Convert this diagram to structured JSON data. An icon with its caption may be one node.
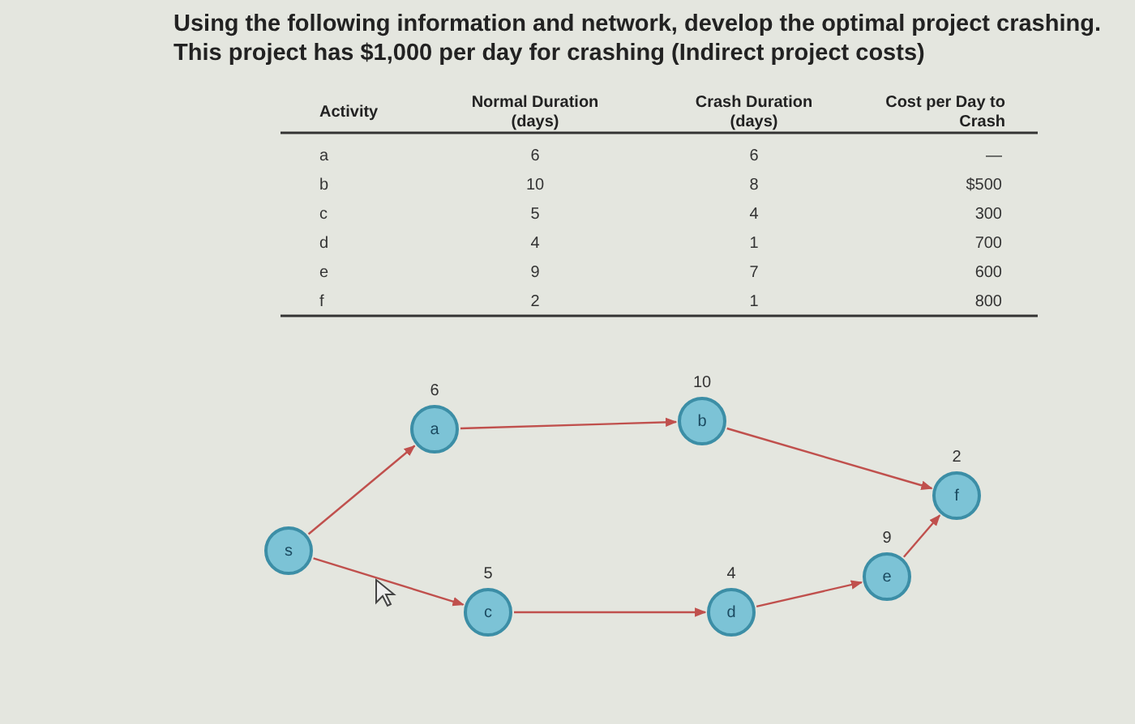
{
  "diagram": {
    "title": "Using the following information and network, develop the optimal project crashing. This project has $1,000 per day for crashing (Indirect project costs)",
    "nodes": [
      {
        "text": [
          "s"
        ]
      },
      {
        "text": [
          "a"
        ],
        "beside": [
          "6"
        ]
      },
      {
        "text": [
          "b"
        ],
        "beside": [
          "10"
        ]
      },
      {
        "text": [
          "c"
        ],
        "beside": [
          "5"
        ]
      },
      {
        "text": [
          "d"
        ],
        "beside": [
          "4"
        ]
      },
      {
        "text": [
          "e"
        ],
        "beside": [
          "9"
        ]
      },
      {
        "text": [
          "f"
        ],
        "beside": [
          "2"
        ]
      }
    ],
    "edges": [
      {
        "from": 0,
        "to": 1,
        "arrow": "to"
      },
      {
        "from": 0,
        "to": 3,
        "arrow": "to"
      },
      {
        "from": 1,
        "to": 2,
        "arrow": "to"
      },
      {
        "from": 3,
        "to": 4,
        "arrow": "to"
      },
      {
        "from": 2,
        "to": 6,
        "arrow": "to"
      },
      {
        "from": 4,
        "to": 5,
        "arrow": "to"
      },
      {
        "from": 5,
        "to": 6,
        "arrow": "to"
      }
    ],
    "labels": [
      "Activity",
      "Normal Duration (days)",
      "Crash Duration (days)",
      "Cost per Day to Crash",
      "a",
      "6",
      "6",
      "—",
      "b",
      "10",
      "8",
      "$500",
      "c",
      "5",
      "4",
      "300",
      "d",
      "4",
      "1",
      "700",
      "e",
      "9",
      "7",
      "600",
      "f",
      "2",
      "1",
      "800"
    ]
  }
}
